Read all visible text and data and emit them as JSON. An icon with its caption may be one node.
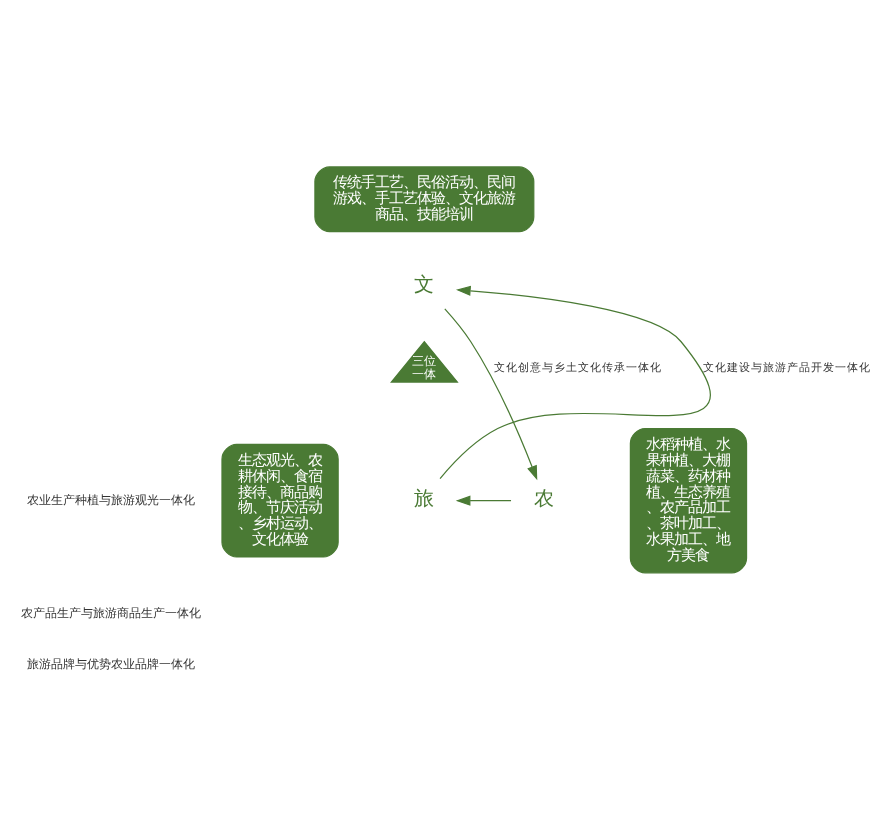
{
  "diagram": {
    "nodes": [
      {
        "text": [
          "传统手工艺、民俗活动、民间游戏、手工艺体验、文化旅游商品、技能培训"
        ]
      },
      {
        "text": [
          "文"
        ]
      },
      {
        "text": [
          "三位一体"
        ]
      },
      {
        "text": [
          "生态观光、农耕休闲、食宿接待、商品购物、节庆活动、乡村运动、文化体验"
        ]
      },
      {
        "text": [
          "旅"
        ]
      },
      {
        "text": [
          "农"
        ]
      },
      {
        "text": [
          "水稻种植、水果种植、大棚蔬菜、药材种植、生态养殖、农产品加工、茶叶加工、水果加工、地方美食"
        ]
      }
    ],
    "edges": [
      {
        "from": 1,
        "to": 5,
        "arrow": "to",
        "label": "文化创意与乡土文化传承一体化"
      },
      {
        "from": 5,
        "to": 4,
        "arrow": "to"
      },
      {
        "from": 4,
        "to": 1,
        "arrow": "to",
        "label": "文化建设与旅游产品开发一体化"
      }
    ],
    "labels": [
      "农业生产种植与旅游观光一体化",
      "农产品生产与旅游商品生产一体化",
      "旅游品牌与优势农业品牌一体化"
    ]
  }
}
